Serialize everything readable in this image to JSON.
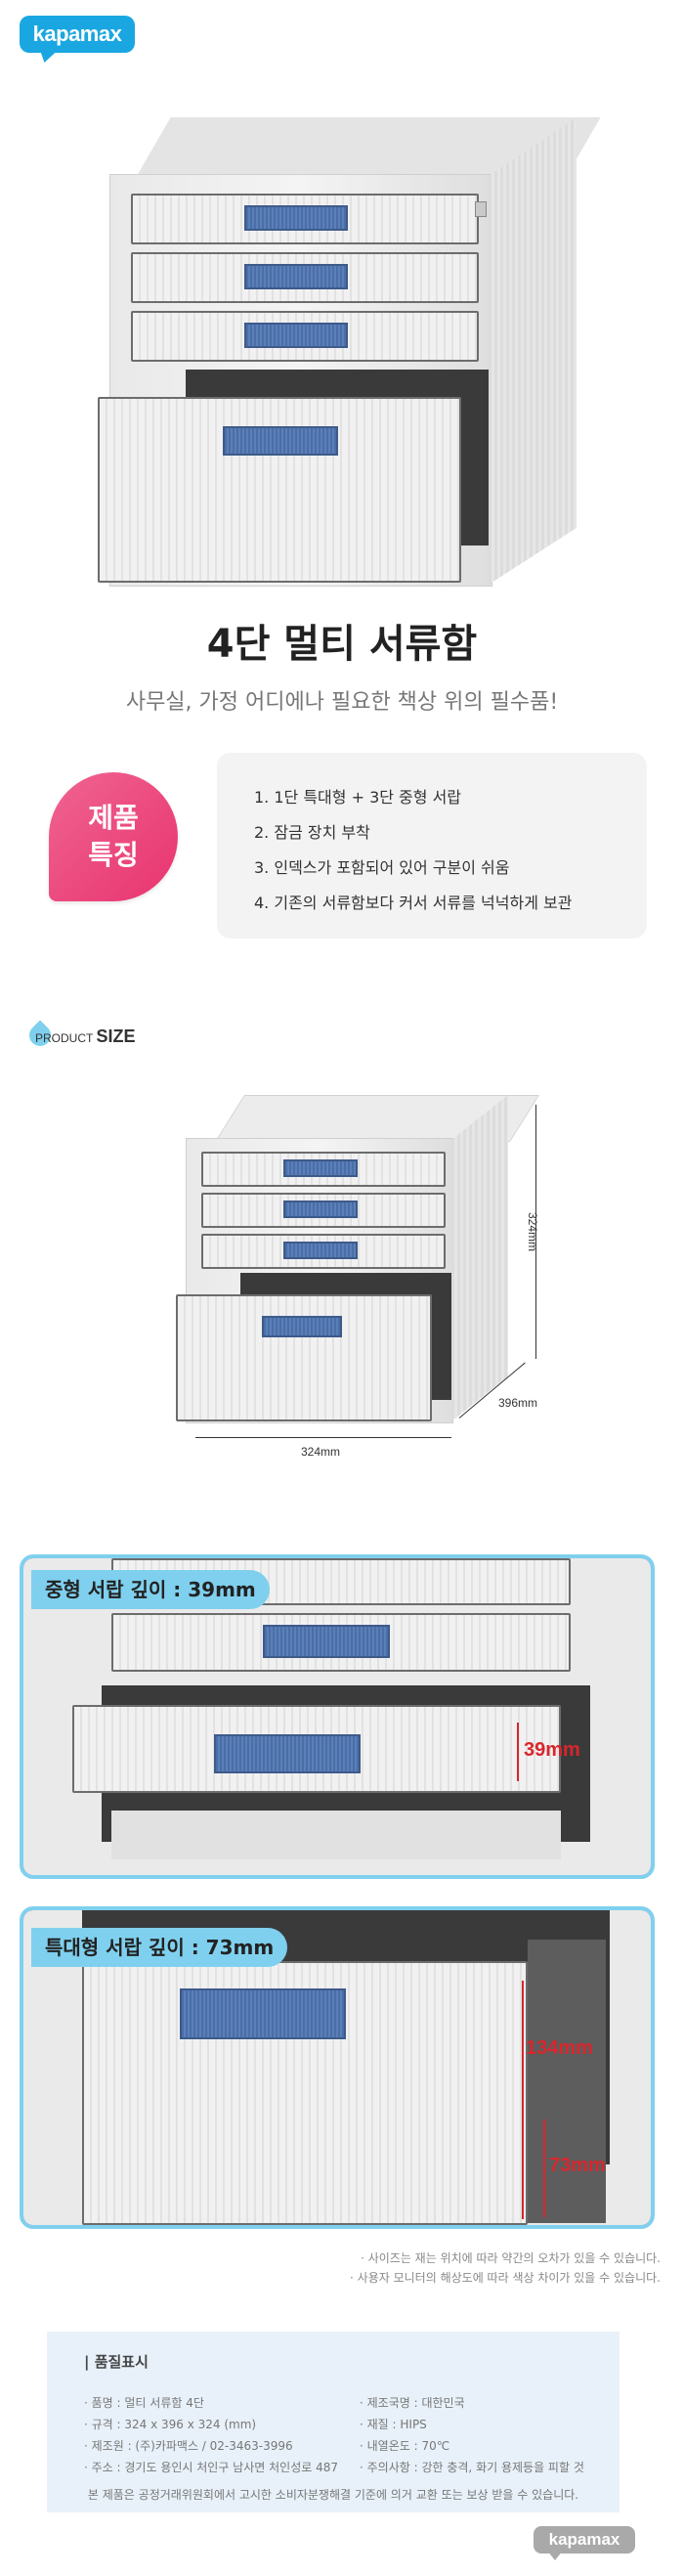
{
  "brand": {
    "logo_text": "kapamax"
  },
  "hero": {
    "title": "4단 멀티 서류함",
    "subtitle": "사무실, 가정 어디에나 필요한 책상 위의 필수품!"
  },
  "features": {
    "badge": [
      "제품",
      "특징"
    ],
    "items": [
      "1. 1단 특대형 + 3단 중형 서랍",
      "2. 잠금 장치 부착",
      "3. 인덱스가 포함되어 있어 구분이 쉬움",
      "4. 기존의 서류함보다 커서 서류를 넉넉하게 보관"
    ]
  },
  "product_size": {
    "label_small": "PRODUCT",
    "label_big": "SIZE",
    "height": "324mm",
    "depth": "396mm",
    "width": "324mm"
  },
  "medium_drawer": {
    "tag": "중형 서랍 깊이 : 39mm",
    "dimension": "39mm"
  },
  "large_drawer": {
    "tag": "특대형 서랍 깊이 : 73mm",
    "outer_dimension": "134mm",
    "inner_dimension": "73mm"
  },
  "notes": [
    "· 사이즈는 재는 위치에 따라 약간의 오차가 있을 수 있습니다.",
    "· 사용자 모니터의 해상도에 따라 색상 차이가 있을 수 있습니다."
  ],
  "quality_label": {
    "heading": "| 품질표시",
    "left": [
      "· 품명 : 멀티 서류함 4단",
      "· 규격 : 324 x 396 x 324 (mm)",
      "· 제조원 : (주)카파맥스 / 02-3463-3996",
      "· 주소 : 경기도 용인시 처인구 남사면 처인성로 487"
    ],
    "right": [
      "· 제조국명 : 대한민국",
      "· 재질 : HIPS",
      "· 내열온도 : 70℃",
      "· 주의사항 : 강한 충격, 화기 용제등을 피할 것"
    ],
    "footer": "본 제품은 공정거래위원회에서 고시한 소비자분쟁해결 기준에 의거 교환 또는 보상 받을 수 있습니다."
  },
  "colors": {
    "accent": "#7fd0ee",
    "logo": "#1aa7e1",
    "badge": "#e8336f",
    "dimension_red": "#d8262c"
  }
}
